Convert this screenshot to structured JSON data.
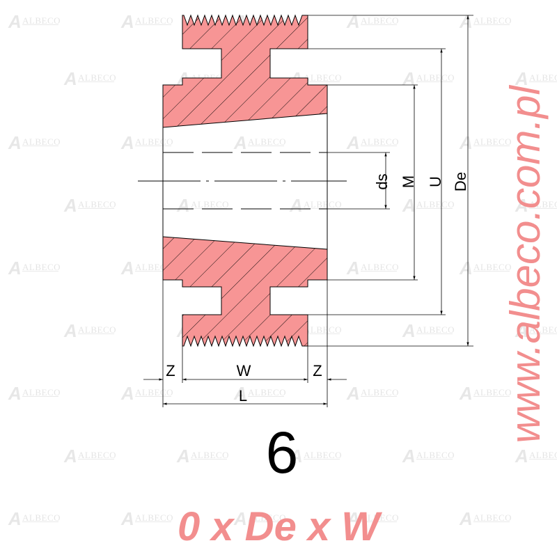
{
  "watermark": {
    "brand": "ALBECO"
  },
  "dimensions": {
    "ds": "ds",
    "M": "M",
    "U": "U",
    "De": "De",
    "Z": "Z",
    "W": "W",
    "L": "L"
  },
  "profile_number": "6",
  "formula": "0 x De x W",
  "website": "www.albeco.com.pl",
  "colors": {
    "section_fill": "#f79595",
    "accent_text": "#f28e8e",
    "line": "#000000",
    "watermark": "#d4d4d4"
  },
  "icons": {
    "watermark_logo": "stylized-A-logo-icon"
  }
}
